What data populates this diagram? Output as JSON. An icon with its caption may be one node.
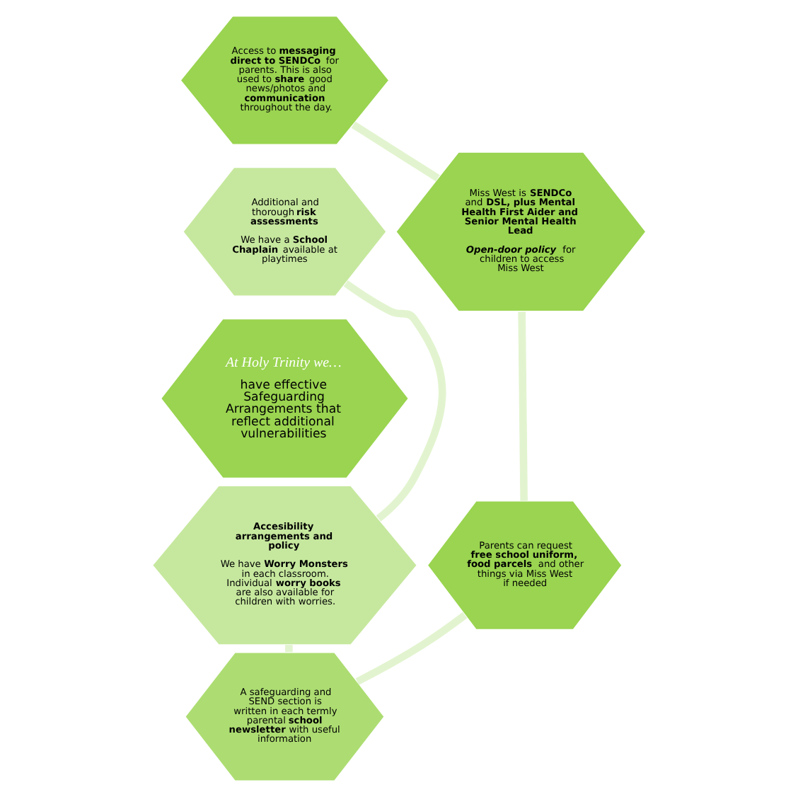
{
  "diagram": {
    "nodes": [
      {
        "text": [
          "Access to **messaging direct to SENDCo** for parents. This is also used to **share** good news/photos and **communication** throughout the day."
        ]
      },
      {
        "text": [
          "Additional and thorough **risk assessments**",
          "We have a **School Chaplain** available at playtimes"
        ]
      },
      {
        "text": [
          "Miss West is **SENDCo** and **DSL, plus Mental Health First Aider and Senior Mental Health Lead**",
          "**Open-door policy** for children to access Miss West"
        ]
      },
      {
        "text": [
          "At Holy Trinity we…",
          "have effective Safeguarding Arrangements that reflect additional vulnerabilities"
        ]
      },
      {
        "text": [
          "**Accesibility arrangements and policy**",
          "We have **Worry Monsters** in each classroom. Individual **worry books** are also available for children with worries."
        ]
      },
      {
        "text": [
          "Parents can request **free school uniform, food parcels** and other things via Miss West if needed"
        ]
      },
      {
        "text": [
          "A safeguarding and SEND section is written in each termly parental **school newsletter** with useful information"
        ]
      }
    ],
    "edges": [
      {
        "from": 0,
        "to": 2,
        "arrow": "none"
      },
      {
        "from": 2,
        "to": 5,
        "arrow": "none"
      },
      {
        "from": 5,
        "to": 6,
        "arrow": "none"
      },
      {
        "from": 6,
        "to": 4,
        "arrow": "none"
      },
      {
        "from": 4,
        "to": 1,
        "arrow": "none"
      }
    ]
  }
}
